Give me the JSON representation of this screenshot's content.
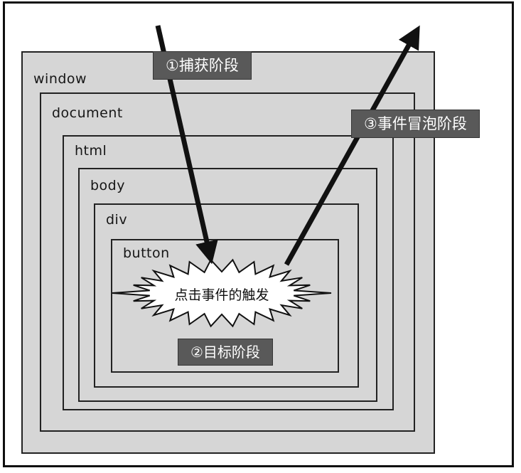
{
  "diagram": {
    "boxes": [
      {
        "label": "window"
      },
      {
        "label": "document"
      },
      {
        "label": "html"
      },
      {
        "label": "body"
      },
      {
        "label": "div"
      },
      {
        "label": "button"
      }
    ],
    "phases": {
      "capture": "①捕获阶段",
      "target": "②目标阶段",
      "bubble": "③事件冒泡阶段"
    },
    "event_text": "点击事件的触发",
    "colors": {
      "box_fill": "#d6d6d6",
      "box_border": "#222222",
      "phase_bg": "#595959",
      "phase_text": "#ffffff",
      "arrow": "#111111",
      "burst_fill": "#ffffff"
    }
  }
}
